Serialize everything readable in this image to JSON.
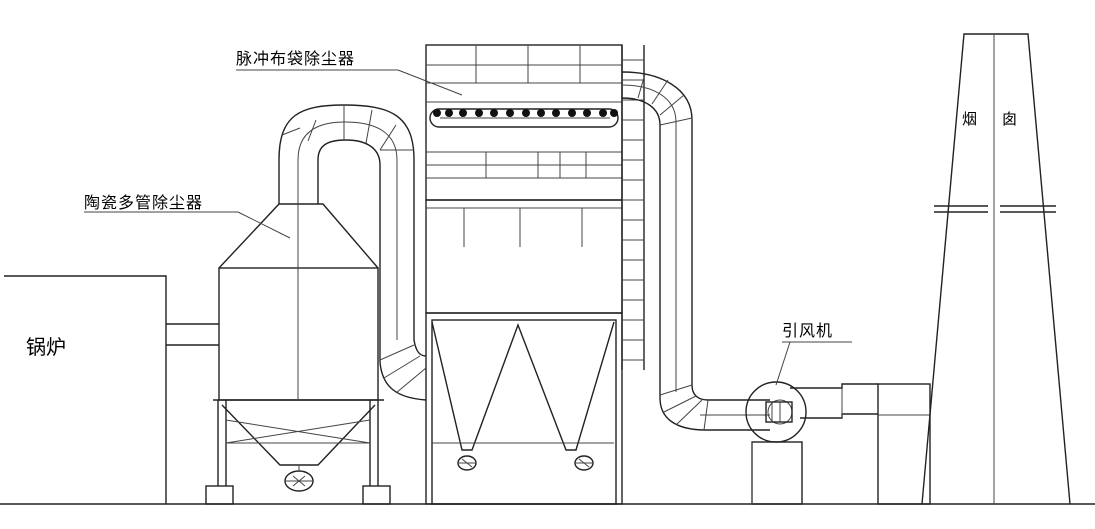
{
  "diagram": {
    "labels": {
      "boiler": "锅炉",
      "ceramic_cyclone": "陶瓷多管除尘器",
      "pulse_bag_filter": "脉冲布袋除尘器",
      "induced_fan": "引风机",
      "chimney_1": "烟",
      "chimney_2": "囱"
    }
  }
}
